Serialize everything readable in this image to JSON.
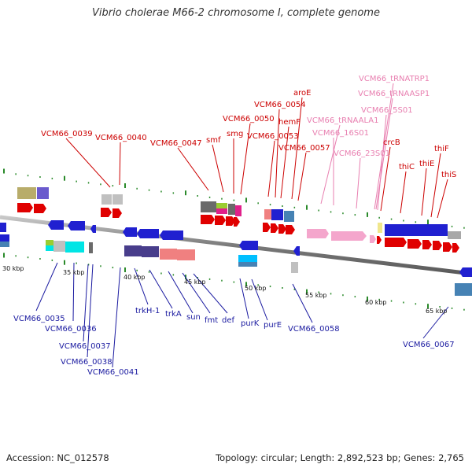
{
  "title": "Vibrio cholerae M66-2 chromosome I, complete genome",
  "footer": {
    "accession": "Accession: NC_012578",
    "summary": "Topology: circular; Length: 2,892,523 bp; Genes: 2,765"
  },
  "colors": {
    "forward_label": "#cc0000",
    "reverse_label": "#1a1aa0",
    "rna_label": "#e87fb0",
    "backbone": "#8a8a8a",
    "tick": "#2a8a2a"
  },
  "scale_labels": [
    "30 kbp",
    "35 kbp",
    "40 kbp",
    "45 kbp",
    "50 kbp",
    "55 kbp",
    "60 kbp",
    "65 kbp"
  ],
  "forward_labels": [
    "VCM66_0039",
    "VCM66_0040",
    "VCM66_0047",
    "smf",
    "smg",
    "VCM66_0050",
    "VCM66_0053",
    "VCM66_0054",
    "hemF",
    "aroE",
    "VCM66_0057",
    "crcB",
    "thiC",
    "thiE",
    "thiF",
    "thiS"
  ],
  "rna_labels": [
    "VCM66_tRNATRP1",
    "VCM66_tRNAASP1",
    "VCM66_5S01",
    "VCM66_tRNAALA1",
    "VCM66_16S01",
    "VCM66_23S01"
  ],
  "reverse_labels": [
    "VCM66_0035",
    "VCM66_0036",
    "VCM66_0037",
    "VCM66_0038",
    "VCM66_0041",
    "trkH-1",
    "trkA",
    "sun",
    "fmt",
    "def",
    "purK",
    "purE",
    "VCM66_0058",
    "VCM66_0067"
  ]
}
